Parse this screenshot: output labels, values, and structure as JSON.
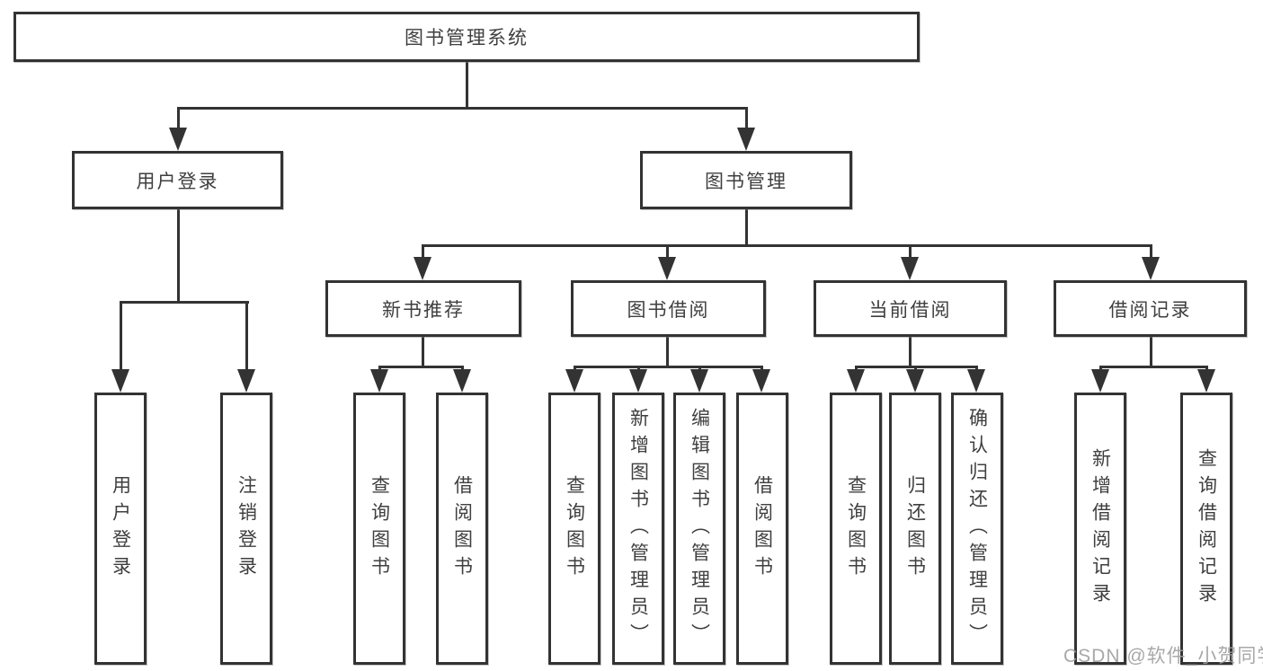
{
  "tree": {
    "root": {
      "label": "图书管理系统",
      "children": [
        {
          "label": "用户登录",
          "children": [
            {
              "label": "用户登录"
            },
            {
              "label": "注销登录"
            }
          ]
        },
        {
          "label": "图书管理",
          "children": [
            {
              "label": "新书推荐",
              "children": [
                {
                  "label": "查询图书"
                },
                {
                  "label": "借阅图书"
                }
              ]
            },
            {
              "label": "图书借阅",
              "children": [
                {
                  "label": "查询图书"
                },
                {
                  "label": "新增图书（管理员）"
                },
                {
                  "label": "编辑图书（管理员）"
                },
                {
                  "label": "借阅图书"
                }
              ]
            },
            {
              "label": "当前借阅",
              "children": [
                {
                  "label": "查询图书"
                },
                {
                  "label": "归还图书"
                },
                {
                  "label": "确认归还（管理员）"
                }
              ]
            },
            {
              "label": "借阅记录",
              "children": [
                {
                  "label": "新增借阅记录"
                },
                {
                  "label": "查询借阅记录"
                }
              ]
            }
          ]
        }
      ]
    }
  },
  "watermark": {
    "text": "CSDN @软件_小贺同学"
  },
  "colors": {
    "line": "#333333",
    "node_border": "#333333",
    "node_text": "#3f3f3f",
    "watermark": "#9f9f9f",
    "background": "#ffffff"
  }
}
